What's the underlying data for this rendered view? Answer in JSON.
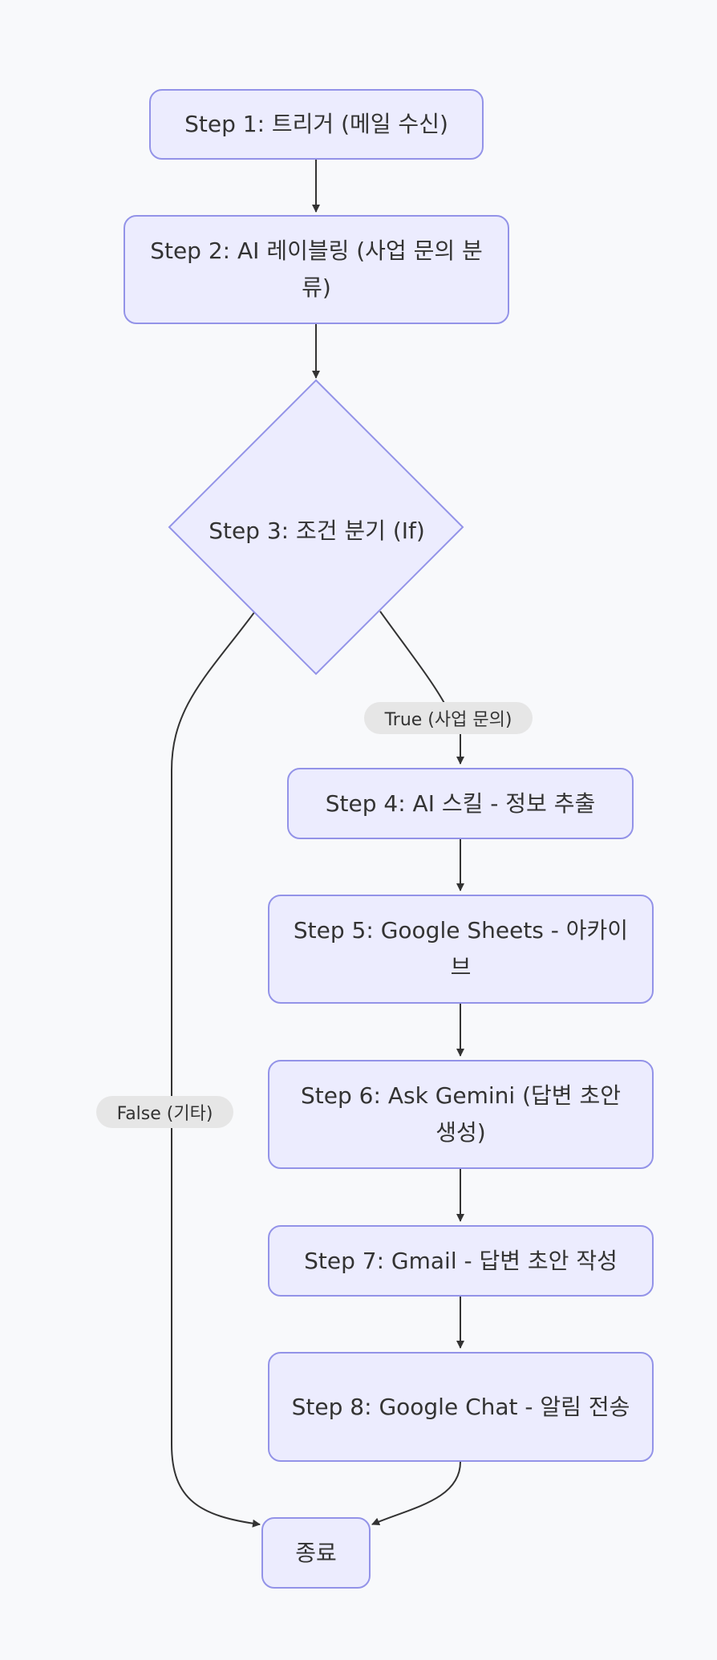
{
  "flowchart": {
    "nodes": {
      "step1": "Step 1: 트리거 (메일 수신)",
      "step2": "Step 2: AI 레이블링 (사업 문의 분류)",
      "step3": "Step 3: 조건 분기 (If)",
      "step4": "Step 4: AI 스킬 - 정보 추출",
      "step5": "Step 5: Google Sheets - 아카이브",
      "step6": "Step 6: Ask Gemini (답변 초안 생성)",
      "step7": "Step 7: Gmail - 답변 초안 작성",
      "step8": "Step 8: Google Chat - 알림 전송",
      "end": "종료"
    },
    "edge_labels": {
      "true_branch": "True (사업 문의)",
      "false_branch": "False (기타)"
    }
  },
  "colors": {
    "node_fill": "#ececfe",
    "node_border": "#9393e8",
    "edge": "#333333",
    "label_bg": "#e6e6e6",
    "background": "#f8f9fb"
  }
}
